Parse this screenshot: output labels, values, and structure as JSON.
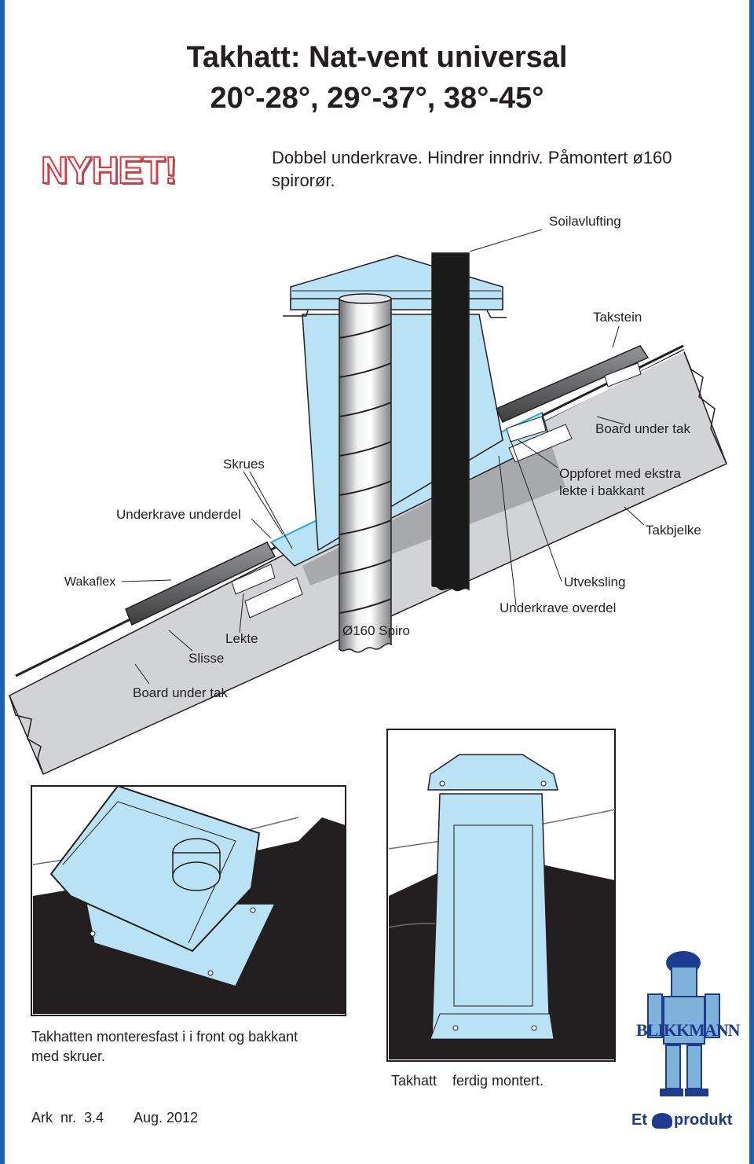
{
  "title": {
    "line1": "Takhatt: Nat-vent universal",
    "line2": "20°-28°, 29°-37°, 38°-45°"
  },
  "badge": "NYHET!",
  "subtitle": "Dobbel underkrave.  Hindrer  inndriv.  Påmontert ø160 spirorør.",
  "labels": {
    "soilavlufting": "Soilavlufting",
    "takstein": "Takstein",
    "board_under_tak_right": "Board under tak",
    "skrues": "Skrues",
    "oppforet_line1": "Oppforet med ekstra",
    "oppforet_line2": "lekte i bakkant",
    "underkrave_underdel": "Underkrave underdel",
    "takbjelke": "Takbjelke",
    "wakaflex": "Wakaflex",
    "utveksling": "Utveksling",
    "underkrave_overdel": "Underkrave overdel",
    "lekte": "Lekte",
    "spiro": "Ø160 Spiro",
    "slisse": "Slisse",
    "board_under_tak_left": "Board under tak"
  },
  "captions": {
    "left_line1": "Takhatten monteresfast  i  i front og bakkant",
    "left_line2": "med skruer.",
    "right": "Takhatt    ferdig montert."
  },
  "footer": {
    "ark": "Ark  nr.  3.4",
    "date": "Aug. 2012"
  },
  "brand": {
    "mascot_name": "BLIKKMANN",
    "tagline_left": "Et",
    "tagline_right": "produkt"
  },
  "colors": {
    "frame_blue": "#1f5fb5",
    "product_blue": "#b9e3f5",
    "roof_grey": "#d1d3d4",
    "badge_red": "#e4343a",
    "pipe_black": "#1a1a1a",
    "brand_blue": "#1d3c8f"
  }
}
